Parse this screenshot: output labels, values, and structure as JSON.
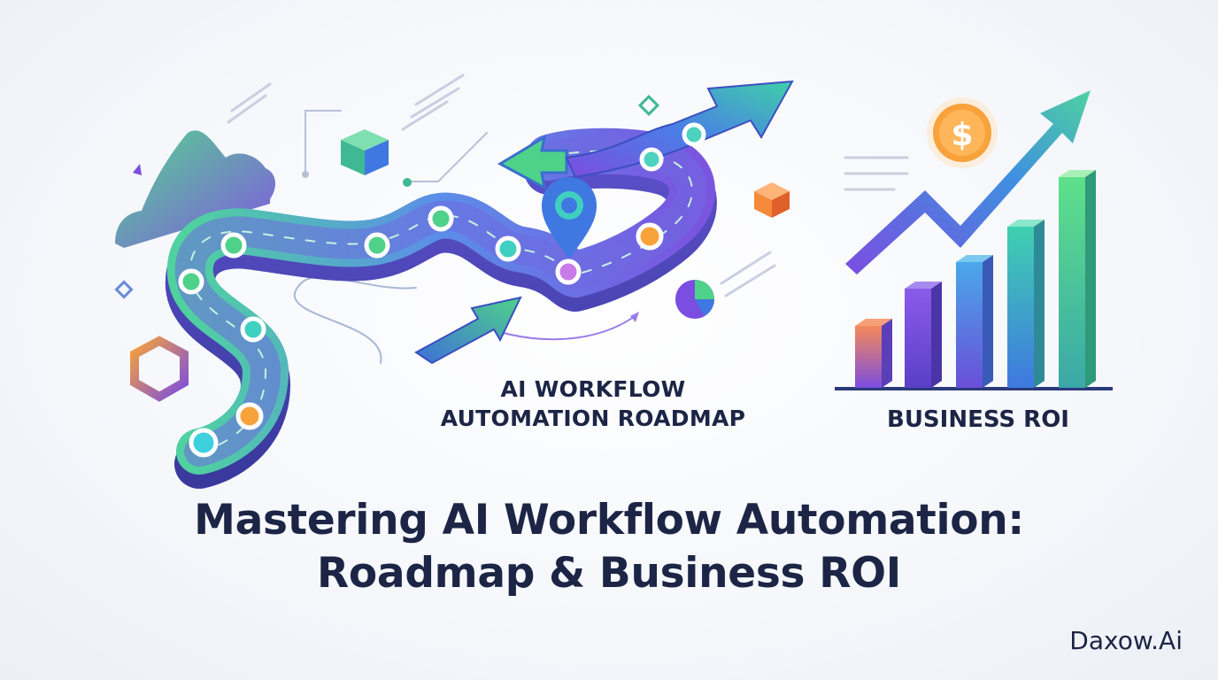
{
  "illustration": {
    "roadmap_label_line1": "AI WORKFLOW",
    "roadmap_label_line2": "AUTOMATION ROADMAP",
    "roi_label": "BUSINESS ROI",
    "coin_symbol": "$",
    "icons": [
      "cloud-icon",
      "cube-icon",
      "location-pin-icon",
      "pie-chart-icon",
      "hexagon-icon",
      "dollar-coin-icon",
      "bar-chart-icon",
      "trend-arrow-icon"
    ]
  },
  "title": {
    "line1": "Mastering AI Workflow Automation:",
    "line2": "Roadmap & Business ROI"
  },
  "brand": "Daxow.Ai",
  "colors": {
    "text": "#1c2545",
    "green": "#4ed28a",
    "purple": "#7b4de0",
    "blue": "#3f78e0",
    "teal": "#38c4d4",
    "orange": "#f7a23a"
  }
}
